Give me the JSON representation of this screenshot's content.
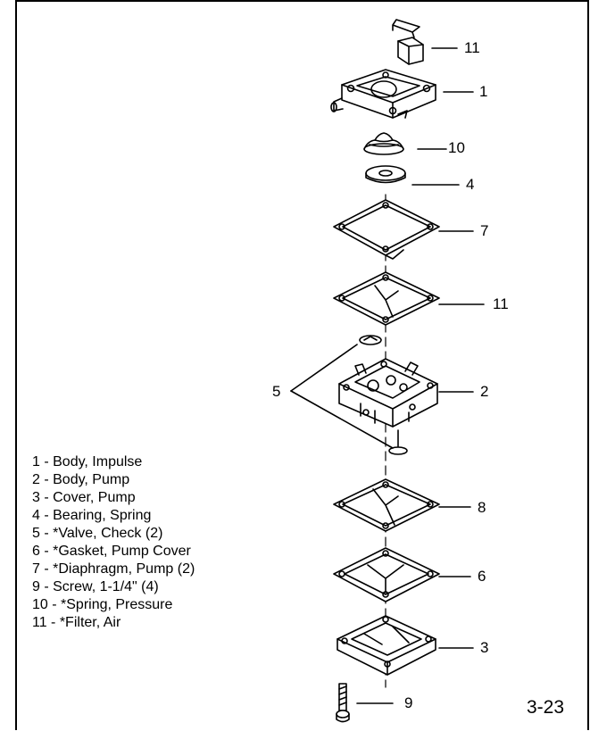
{
  "callouts": [
    "11",
    "1",
    "10",
    "4",
    "7",
    "11",
    "5",
    "2",
    "8",
    "6",
    "3",
    "9"
  ],
  "legend": [
    "1 - Body, Impulse",
    "2 - Body, Pump",
    "3 - Cover, Pump",
    "4 - Bearing, Spring",
    "5 - *Valve, Check (2)",
    "6 - *Gasket, Pump Cover",
    "7 - *Diaphragm, Pump (2)",
    "9 - Screw, 1-1/4\" (4)",
    "10 - *Spring, Pressure",
    "11 - *Filter, Air"
  ],
  "figure_number": "3-23"
}
